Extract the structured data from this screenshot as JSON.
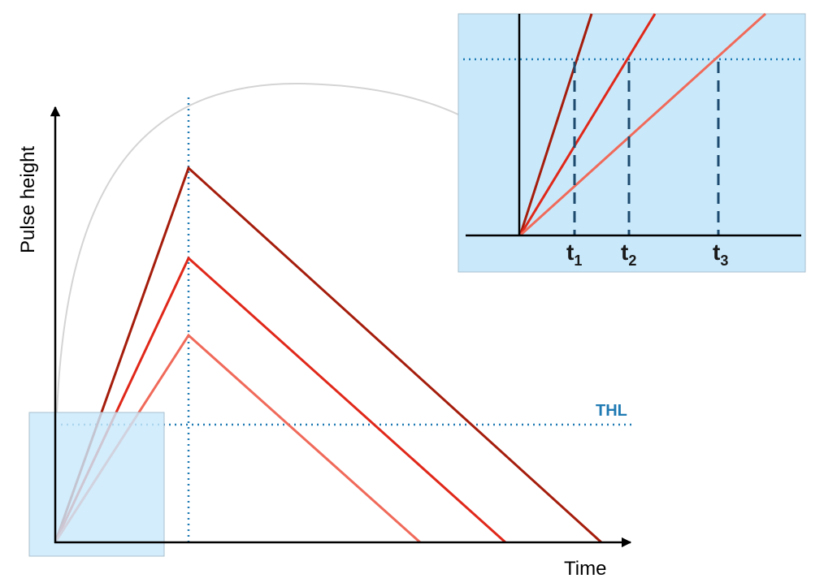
{
  "labels": {
    "y_axis": "Pulse height",
    "x_axis": "Time",
    "threshold": "THL",
    "t1_base": "t",
    "t1_sub": "1",
    "t2_base": "t",
    "t2_sub": "2",
    "t3_base": "t",
    "t3_sub": "3"
  },
  "colors": {
    "pulse_high": "#a51d0c",
    "pulse_mid": "#e0281a",
    "pulse_low": "#f06a5a",
    "threshold": "#1f7ab3",
    "zoom_fill": "#c9e9fb",
    "zoom_border": "#a8bfcc",
    "connector": "#d4d4d4",
    "axis": "#000000",
    "crossing_marker": "#1d4a6e"
  }
}
